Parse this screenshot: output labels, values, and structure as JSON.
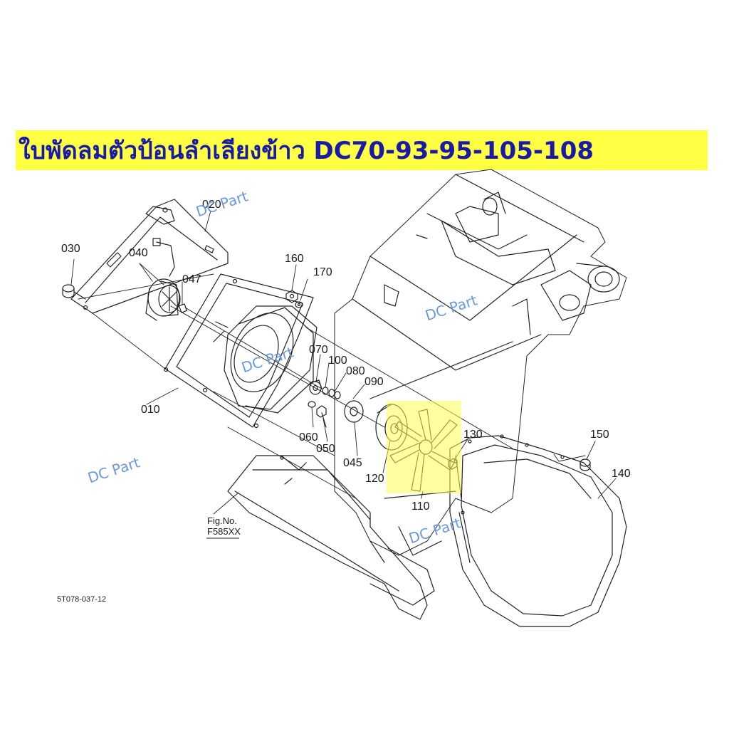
{
  "banner": {
    "title": "ใบพัดลมตัวป้อนลำเลียงข้าว DC70-93-95-105-108",
    "background_color": "#ffff44",
    "text_color": "#1a1aa8"
  },
  "watermarks": {
    "text": "DC Part",
    "color": "#5b8fd6"
  },
  "highlight": {
    "color": "#ffff55",
    "target_part": "110"
  },
  "parts": {
    "p010": "010",
    "p020": "020",
    "p030": "030",
    "p040": "040",
    "p045": "045",
    "p047": "047",
    "p050": "050",
    "p060": "060",
    "p070": "070",
    "p080": "080",
    "p090": "090",
    "p100": "100",
    "p110": "110",
    "p120": "120",
    "p130": "130",
    "p140": "140",
    "p150": "150",
    "p160": "160",
    "p170": "170"
  },
  "figure_reference": {
    "line1": "Fig.No.",
    "line2": "F585XX"
  },
  "drawing_code": "5T078-037-12"
}
